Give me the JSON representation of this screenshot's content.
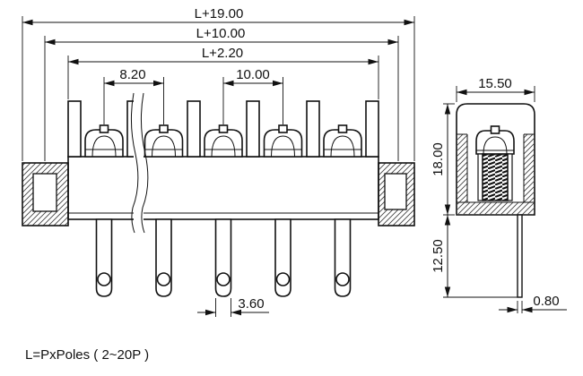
{
  "front_view": {
    "dims": {
      "overall": "L+19.00",
      "mounting": "L+10.00",
      "body": "L+2.20",
      "end_pitch": "8.20",
      "pole_pitch": "10.00",
      "pin_width": "3.60"
    }
  },
  "side_view": {
    "dims": {
      "width": "15.50",
      "height": "18.00",
      "pin_length": "12.50",
      "pin_thickness": "0.80"
    }
  },
  "note": "L=PxPoles ( 2~20P )"
}
